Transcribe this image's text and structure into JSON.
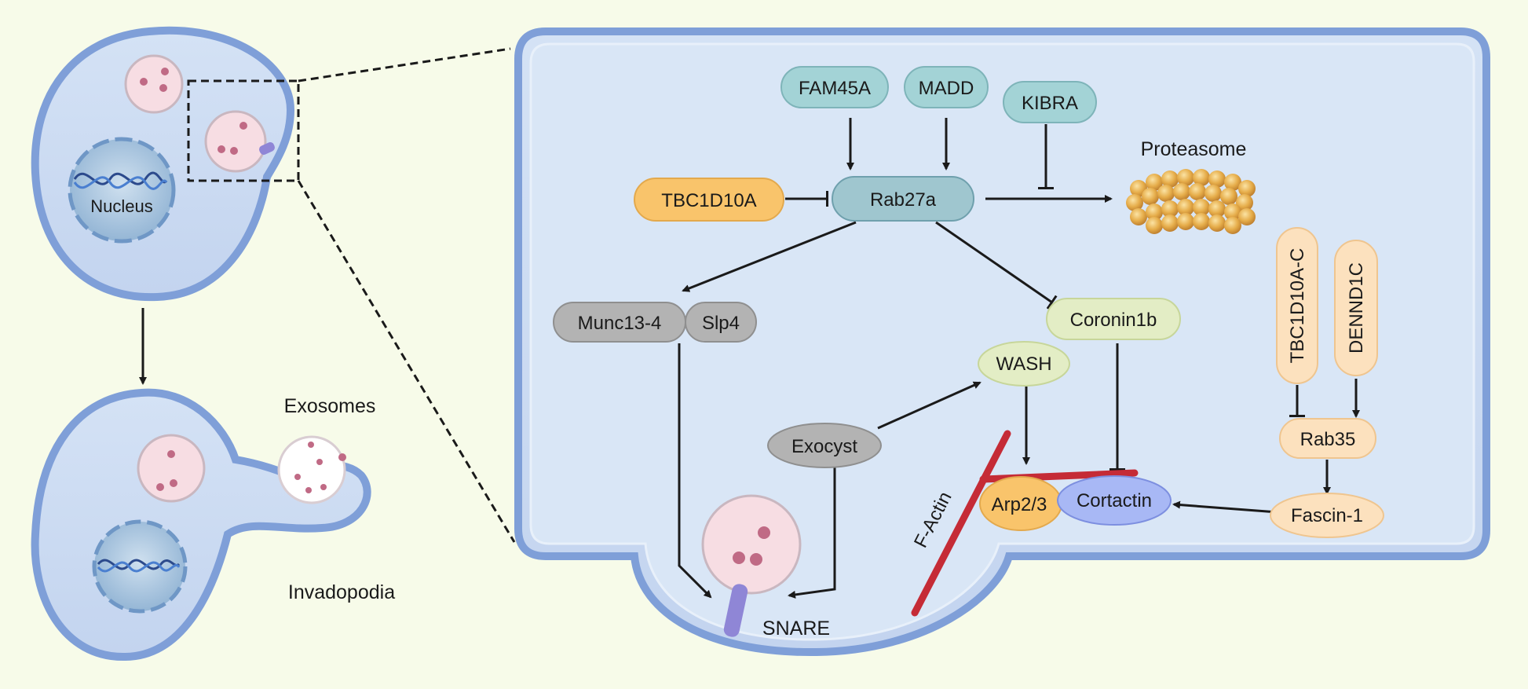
{
  "labels": {
    "nucleus": "Nucleus",
    "exosomes": "Exosomes",
    "invadopodia": "Invadopodia",
    "proteasome": "Proteasome",
    "snare": "SNARE",
    "f_actin": "F-Actin"
  },
  "nodes": {
    "fam45a": "FAM45A",
    "madd": "MADD",
    "kibra": "KIBRA",
    "tbc1d10a": "TBC1D10A",
    "rab27a": "Rab27a",
    "munc13_4": "Munc13-4",
    "slp4": "Slp4",
    "coronin1b": "Coronin1b",
    "wash": "WASH",
    "exocyst": "Exocyst",
    "arp23": "Arp2/3",
    "cortactin": "Cortactin",
    "tbc1d10a_c": "TBC1D10A-C",
    "dennd1c": "DENND1C",
    "rab35": "Rab35",
    "fascin1": "Fascin-1"
  },
  "colors": {
    "background": "#f7fbe9",
    "cell_fill": "#c9d9f0",
    "cell_stroke": "#7f9fd8",
    "teal_node": "#a3d3d6",
    "orange_node": "#f9c46b",
    "gray_node": "#b3b3b3",
    "green_node": "#e3edc5",
    "peach_node": "#fce1be",
    "blue_node": "#a8b8f5",
    "actin_red": "#c52b36",
    "vesicle_fill": "#f7dde3",
    "vesicle_dot": "#c06a85",
    "snare_purple": "#8f86d6",
    "proteasome_gold": "#e2a945"
  }
}
